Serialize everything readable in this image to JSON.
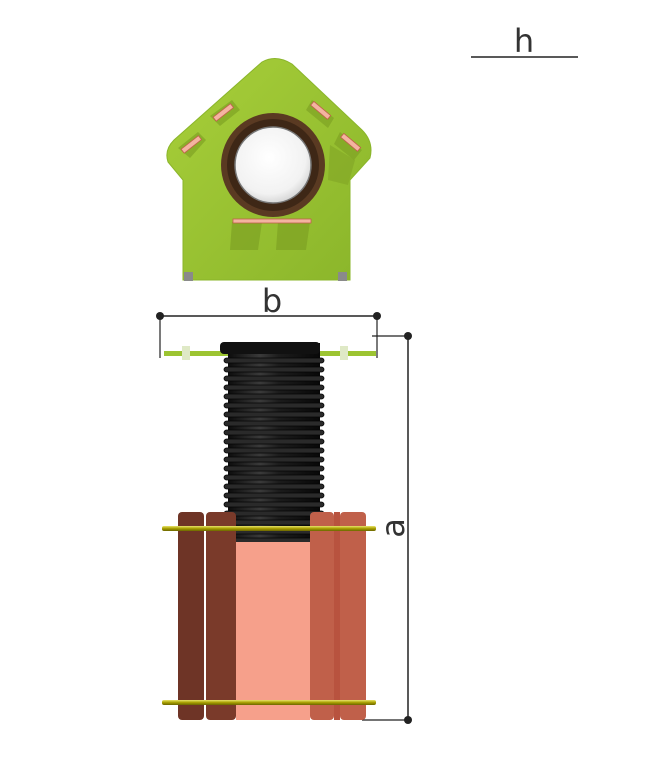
{
  "dimensions": {
    "height_label": "h",
    "width_label": "b",
    "length_label": "a"
  },
  "colors": {
    "panel_green": "#9cc431",
    "panel_green_dark": "#7fa324",
    "tube_black": "#1a1a1a",
    "wood_light": "#f6a08b",
    "wood_mid": "#c0604a",
    "wood_dark": "#6e3426",
    "ring_brown": "#5a3a22",
    "pipe_gold": "#b9b400",
    "dim_line": "#222222"
  },
  "icons": {
    "top_view": "pentagon-panel-with-hole",
    "side_view": "corrugated-tube-crawl-tunnel"
  }
}
